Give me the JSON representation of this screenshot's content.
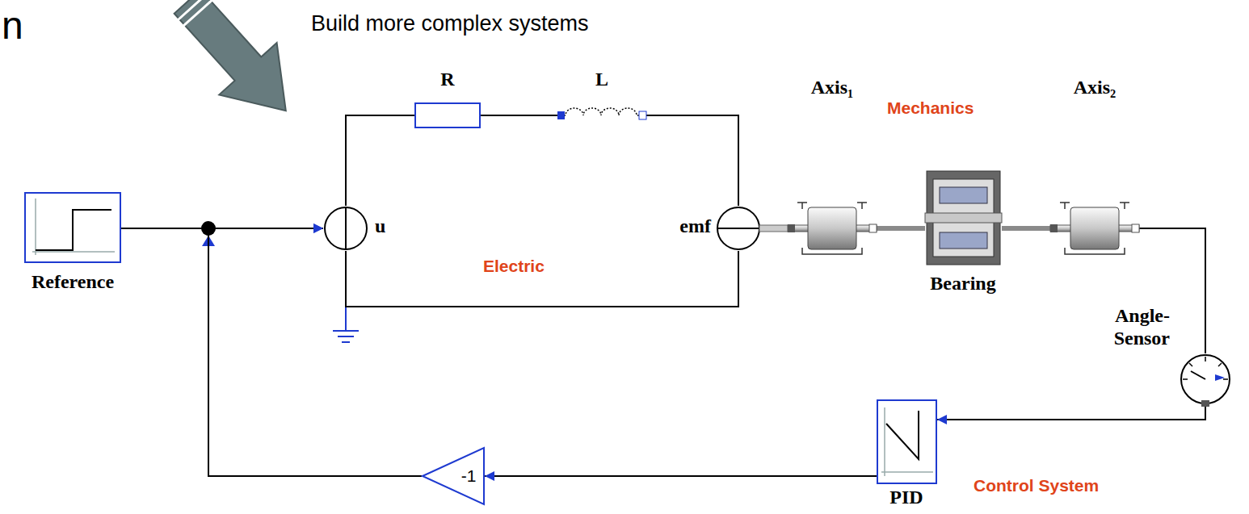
{
  "diagram": {
    "nodes": [
      {
        "text": [
          "Reference"
        ]
      },
      {
        "text": [
          "u"
        ]
      },
      {
        "text": [
          "R"
        ]
      },
      {
        "text": [
          "L"
        ]
      },
      {
        "text": [
          "emf"
        ]
      },
      {
        "text": [
          "Axis₁"
        ]
      },
      {
        "text": [
          "Bearing"
        ]
      },
      {
        "text": [
          "Axis₂"
        ]
      },
      {
        "text": [
          "Angle- Sensor"
        ]
      },
      {
        "text": [
          "PID"
        ]
      },
      {
        "text": [
          "-1"
        ]
      }
    ],
    "edges": [
      {
        "from": 0,
        "to": 1,
        "arrow": "to"
      },
      {
        "from": 10,
        "to": 1,
        "arrow": "to"
      },
      {
        "from": 1,
        "to": 2,
        "arrow": "none"
      },
      {
        "from": 2,
        "to": 3,
        "arrow": "none"
      },
      {
        "from": 3,
        "to": 4,
        "arrow": "none"
      },
      {
        "from": 4,
        "to": 1,
        "arrow": "none"
      },
      {
        "from": 4,
        "to": 5,
        "arrow": "none"
      },
      {
        "from": 5,
        "to": 6,
        "arrow": "none"
      },
      {
        "from": 6,
        "to": 7,
        "arrow": "none"
      },
      {
        "from": 7,
        "to": 8,
        "arrow": "none"
      },
      {
        "from": 8,
        "to": 9,
        "arrow": "to"
      },
      {
        "from": 9,
        "to": 10,
        "arrow": "to"
      }
    ],
    "labels": [
      "n",
      "Build more complex systems",
      "Mechanics",
      "Electric",
      "Control System"
    ]
  }
}
